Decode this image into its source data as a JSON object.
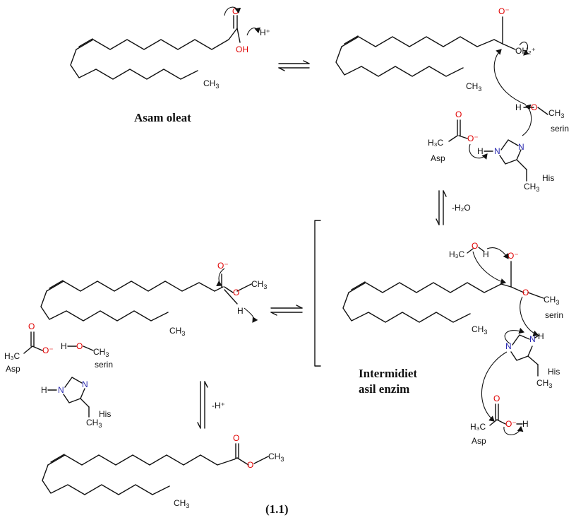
{
  "labels": {
    "asam_oleat": "Asam oleat",
    "intermediate_line1": "Intermidiet",
    "intermediate_line2": "asil enzim",
    "figure_number": "(1.1)",
    "minus_water": "-H₂O",
    "minus_proton": "-H⁺"
  },
  "atoms": {
    "ch3": "CH",
    "three": "3",
    "oh": "OH",
    "o": "O",
    "o_minus": "O⁻",
    "h_plus": "H⁺",
    "oh2_plus": "OH₂⁺",
    "h": "H",
    "n": "N",
    "asp": "Asp",
    "his": "His",
    "serin": "serin",
    "h3c": "H₃C"
  }
}
